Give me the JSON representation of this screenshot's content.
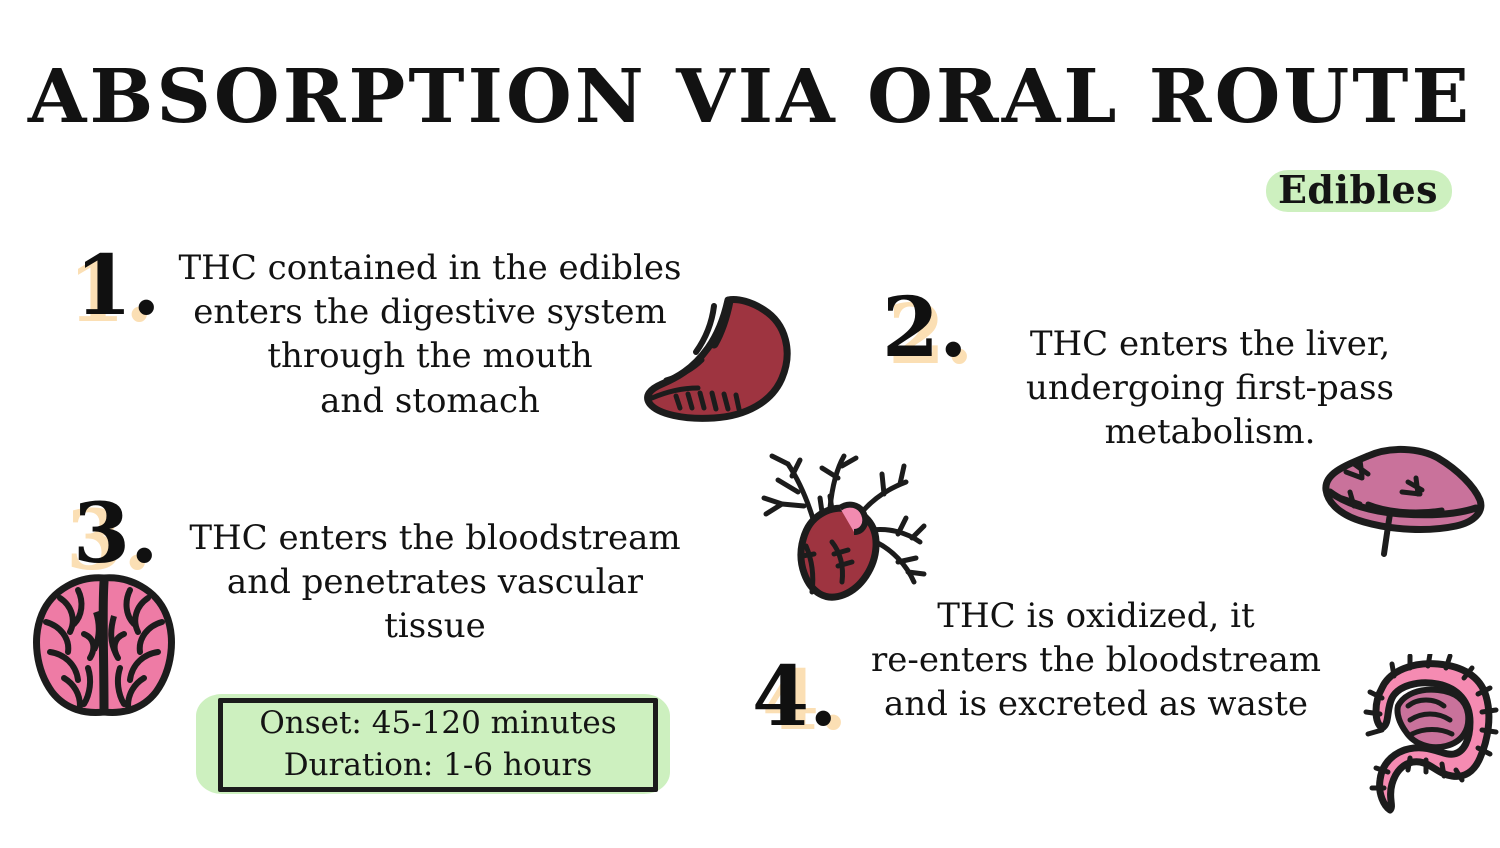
{
  "title": "ABSORPTION VIA ORAL ROUTE",
  "badge": {
    "label": "Edibles",
    "highlight_color": "#cdf0bf"
  },
  "palette": {
    "background": "#ffffff",
    "ink": "#121212",
    "number_highlight": "#fbdfb4",
    "green_highlight": "#cdf0bf",
    "stomach_red": "#9e3440",
    "heart_red": "#9e3440",
    "liver_mauve": "#c9729b",
    "brain_pink": "#ee7ba5",
    "intestine_pink": "#f58bb2",
    "intestine_core": "#c9729b",
    "aorta_pink": "#f28bb0"
  },
  "steps": [
    {
      "number": "1.",
      "text": "THC contained in the edibles\nenters the digestive system\nthrough the mouth\nand stomach",
      "organ": "stomach-illustration"
    },
    {
      "number": "2.",
      "text": "THC enters the liver,\nundergoing first-pass\nmetabolism.",
      "organ": "liver-illustration"
    },
    {
      "number": "3.",
      "text": "THC enters the bloodstream\nand penetrates vascular\ntissue",
      "organ": "brain-illustration"
    },
    {
      "number": "4.",
      "text": "THC is oxidized, it\nre-enters the bloodstream\nand is excreted as waste",
      "organ": "intestines-illustration"
    }
  ],
  "info_box": {
    "lines": "Onset: 45-120 minutes\nDuration: 1-6 hours",
    "onset_label": "Onset:",
    "onset_value": "45-120 minutes",
    "duration_label": "Duration:",
    "duration_value": "1-6 hours"
  },
  "organs": {
    "stomach": "stomach-illustration",
    "liver": "liver-illustration",
    "heart": "heart-illustration",
    "brain": "brain-illustration",
    "intestines": "intestines-illustration"
  }
}
